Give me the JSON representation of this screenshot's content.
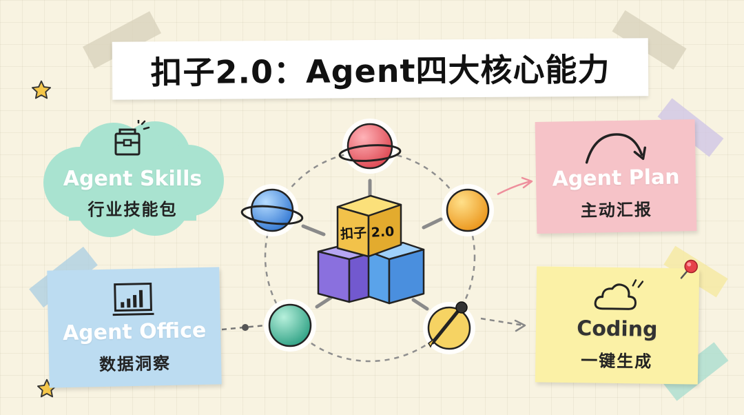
{
  "title": "扣子2.0：Agent四大核心能力",
  "center": {
    "label": "扣子 2.0"
  },
  "cards": {
    "skills": {
      "title": "Agent Skills",
      "subtitle": "行业技能包",
      "icon": "toolbox-icon"
    },
    "plan": {
      "title": "Agent Plan",
      "subtitle": "主动汇报",
      "icon": "curved-arrow-icon"
    },
    "office": {
      "title": "Agent Office",
      "subtitle": "数据洞察",
      "icon": "bar-chart-icon"
    },
    "coding": {
      "title": "Coding",
      "subtitle": "一键生成",
      "icon": "cloud-icon"
    }
  },
  "colors": {
    "background": "#f8f3e1",
    "skills_cloud": "#a9e3d0",
    "plan_note": "#f6c3c8",
    "office_note": "#bcdcf1",
    "coding_note": "#fbf1a6",
    "cube_yellow": "#f5c64a",
    "cube_purple": "#9b85e6",
    "cube_blue": "#6fb3ee"
  }
}
